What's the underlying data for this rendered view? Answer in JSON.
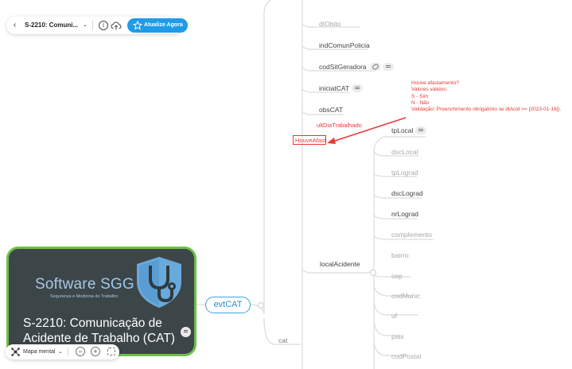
{
  "toolbar": {
    "title": "S-2210: Comuni...",
    "update_label": "Atualize Agora"
  },
  "central_topic": {
    "brand_prefix": "Software ",
    "brand_name": "SGG",
    "tagline": "Segurança e Medicina do Trabalho",
    "title_line1": "S-2210: Comunicação de",
    "title_line2": "Acidente de Trabalho (CAT)"
  },
  "nodes": {
    "evtCAT": "evtCAT",
    "cat": "cat",
    "dtObito": "dtObito",
    "indComunPolicia": "indComunPolicia",
    "codSitGeradora": "codSitGeradora",
    "iniciatCAT": "iniciatCAT",
    "obsCAT": "obsCAT",
    "ultDiaTrabalhado": "ultDiaTrabalhado",
    "houveAfast": "HouveAfast",
    "localAcidente": "localAcidente",
    "tpLocal": "tpLocal",
    "dscLocal": "dscLocal",
    "tpLograd": "tpLograd",
    "dscLograd": "dscLograd",
    "nrLograd": "nrLograd",
    "complemento": "complemento",
    "bairro": "bairro",
    "cep": "cep",
    "codMunic": "codMunic",
    "uf": "uf",
    "pais": "pais",
    "codPostal": "codPostal"
  },
  "annotation": {
    "line1": "Houve afastamento?",
    "line2": "Valores válidos:",
    "line3": "S - Sim",
    "line4": "N - Não",
    "line5": "Validação: Preenchimento obrigatório se dtAcid >= [2023-01-16])."
  },
  "map_controls": {
    "mode_label": "Mapa mental",
    "zoom_out": "−",
    "zoom_in": "+"
  },
  "colors": {
    "accent": "#1e9be9",
    "central_bg": "#3c4548",
    "central_border": "#6cc04a",
    "evt_border": "#3ea3dc",
    "annotation_red": "#e53935",
    "gray_node": "#a9a9a9"
  }
}
